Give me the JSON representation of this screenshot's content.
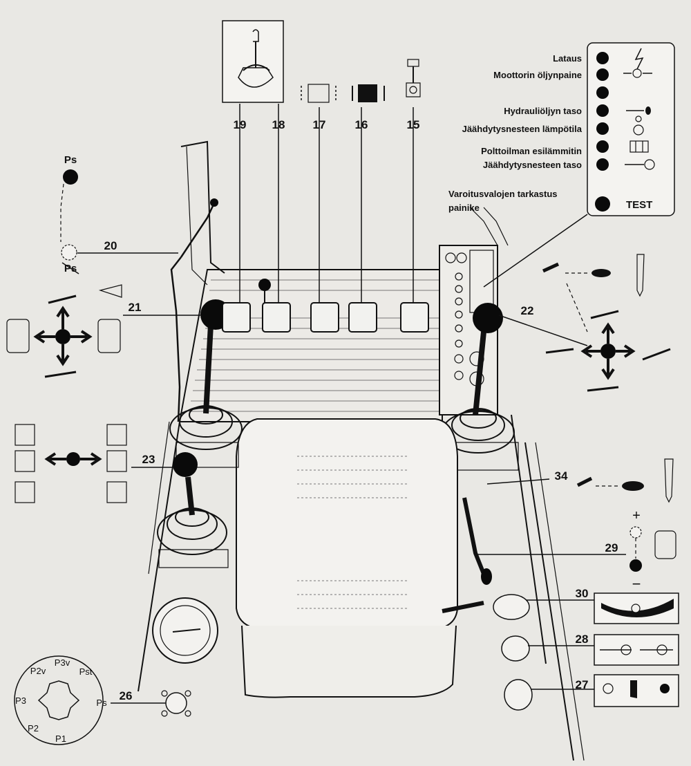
{
  "callouts": {
    "c15": "15",
    "c16": "16",
    "c17": "17",
    "c18": "18",
    "c19": "19",
    "c20": "20",
    "c21": "21",
    "c22": "22",
    "c23": "23",
    "c26": "26",
    "c27": "27",
    "c28": "28",
    "c29": "29",
    "c30": "30",
    "c34": "34"
  },
  "warning_panel": {
    "lamps": [
      {
        "label": "Lataus",
        "icon": "lightning-icon"
      },
      {
        "label": "Moottorin öljynpaine",
        "icon": "oil-drop-arrows-icon"
      },
      {
        "label": "",
        "icon": ""
      },
      {
        "label": "Hydrauliöljyn taso",
        "icon": "fluid-drop-icon"
      },
      {
        "label": "Jäähdytysnesteen lämpötila",
        "icon": "thermometer-icon"
      },
      {
        "label": "Polttoilman esilämmitin",
        "icon": "heater-coil-icon"
      },
      {
        "label": "Jäähdytysnesteen taso",
        "icon": "level-gauge-icon"
      }
    ],
    "test_label": "TEST",
    "test_caption_line1": "Varoitusvalojen tarkastus",
    "test_caption_line2": "painike"
  },
  "park_brake": {
    "label_top": "Ps",
    "label_bottom": "Ps"
  },
  "throttle_29": {
    "plus": "+",
    "minus": "−"
  },
  "gear_wheel_26": {
    "positions": [
      "P3v",
      "Pst",
      "Ps",
      "P1",
      "P2",
      "P3",
      "P2v"
    ]
  }
}
